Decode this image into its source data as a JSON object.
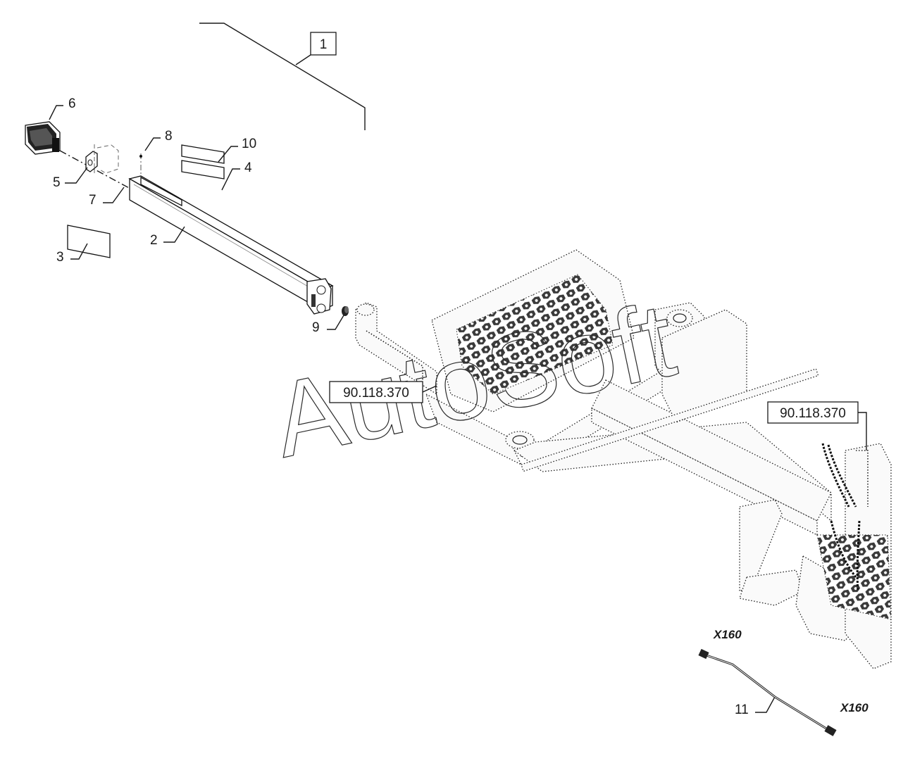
{
  "watermark": "AutoSoft",
  "callouts": {
    "c1": "1",
    "c2": "2",
    "c3": "3",
    "c4": "4",
    "c5": "5",
    "c6": "6",
    "c7": "7",
    "c8": "8",
    "c9": "9",
    "c10": "10",
    "c11": "11"
  },
  "references": {
    "ref_left": "90.118.370",
    "ref_right": "90.118.370"
  },
  "connectors": {
    "upper": "X160",
    "lower": "X160"
  }
}
